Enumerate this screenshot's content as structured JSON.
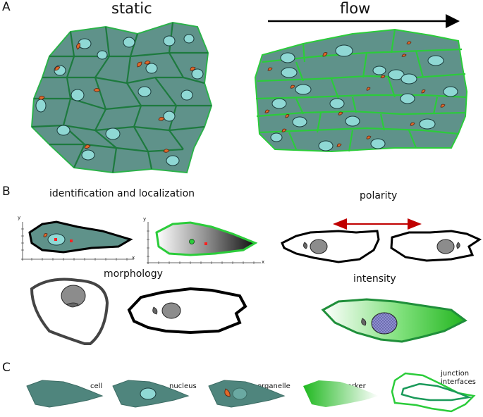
{
  "panels": {
    "a": {
      "letter": "A",
      "static_title": "static",
      "flow_title": "flow"
    },
    "b": {
      "letter": "B",
      "identification_title": "identification and localization",
      "morphology_title": "morphology",
      "polarity_title": "polarity",
      "intensity_title": "intensity",
      "axis_x": "x",
      "axis_y": "y"
    },
    "c": {
      "letter": "C",
      "legend": [
        {
          "label": "cell"
        },
        {
          "label": "nucleus"
        },
        {
          "label": "organelle"
        },
        {
          "label": "marker"
        },
        {
          "label": "junction\ninterfaces"
        }
      ]
    }
  },
  "colors": {
    "cell_fill": "#5f928a",
    "cell_fill_dark": "#4f857d",
    "nucleus": "#8fd8d4",
    "organelle": "#e06a2a",
    "junction_green": "#2bcc3a",
    "junction_dark": "#1b7a3d",
    "marker_green": "#22c025",
    "arrow_red": "#c00000",
    "grey_nucleus": "#8c8c8c"
  }
}
